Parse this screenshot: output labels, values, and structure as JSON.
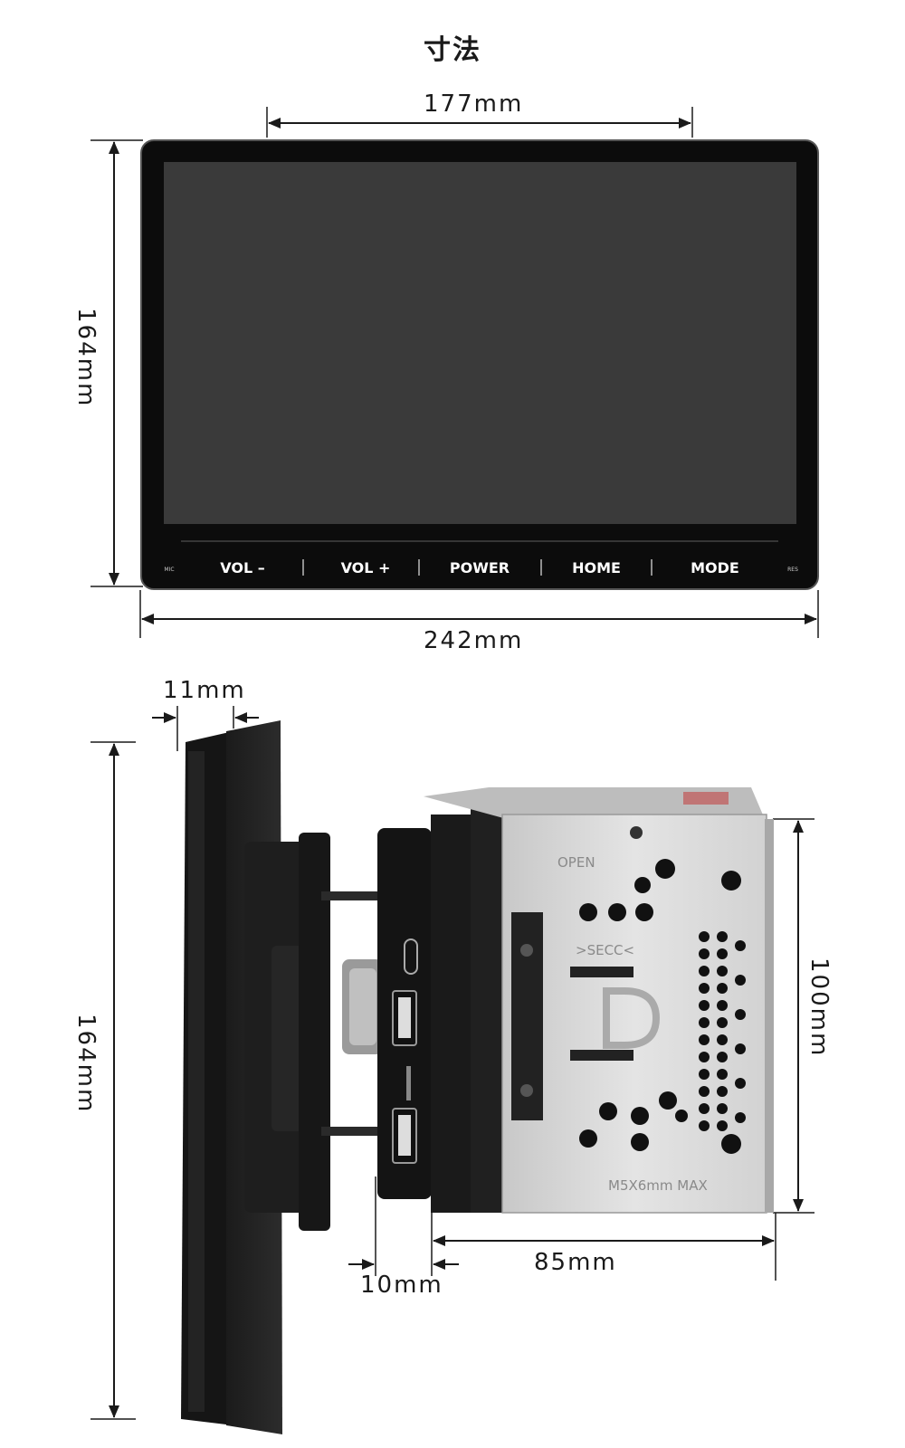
{
  "title": "寸法",
  "front_view": {
    "width_top": "177mm",
    "height": "164mm",
    "width_bottom": "242mm",
    "buttons": [
      "VOL –",
      "VOL +",
      "POWER",
      "HOME",
      "MODE"
    ],
    "mic_label": "MIC",
    "res_label": "RES"
  },
  "side_view": {
    "panel_depth": "11mm",
    "height": "164mm",
    "box_height": "100mm",
    "box_depth": "85mm",
    "gap": "10mm",
    "chassis_text_open": "OPEN",
    "chassis_text_secc": ">SECC<",
    "chassis_text_screw": "M5X6mm MAX"
  },
  "colors": {
    "screen": "#3a3a3a",
    "bezel": "#111111",
    "metal": "#d9d9d9"
  }
}
